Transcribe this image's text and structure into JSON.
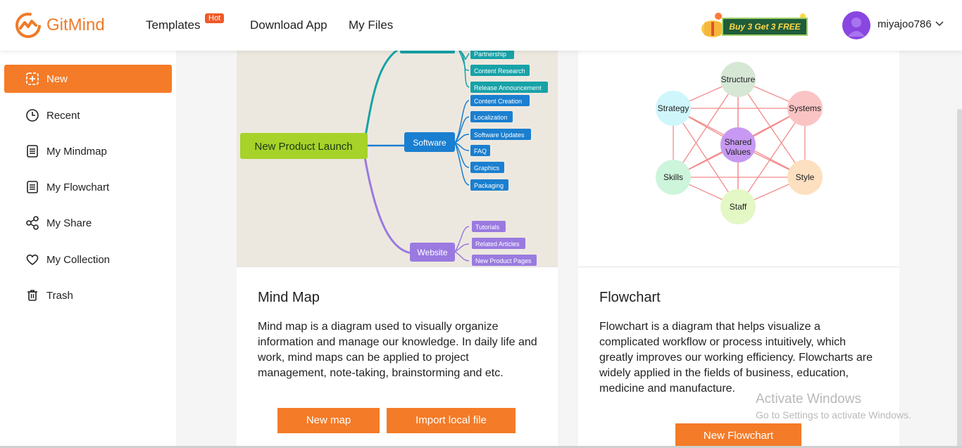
{
  "brand": {
    "name": "GitMind",
    "accent": "#f47b28"
  },
  "nav": {
    "templates": "Templates",
    "hot_badge": "Hot",
    "download": "Download App",
    "files": "My Files"
  },
  "promo": {
    "label": "Buy 3 Get 3 FREE"
  },
  "user": {
    "name": "miyajoo786"
  },
  "sidebar": {
    "items": [
      {
        "label": "New",
        "icon": "new-file-icon",
        "active": true
      },
      {
        "label": "Recent",
        "icon": "clock-icon"
      },
      {
        "label": "My Mindmap",
        "icon": "document-icon"
      },
      {
        "label": "My Flowchart",
        "icon": "document-icon"
      },
      {
        "label": "My Share",
        "icon": "share-icon"
      },
      {
        "label": "My Collection",
        "icon": "heart-icon"
      },
      {
        "label": "Trash",
        "icon": "trash-icon"
      }
    ]
  },
  "mindmap_card": {
    "title": "Mind Map",
    "description": "Mind map is a diagram used to visually organize information and manage our knowledge. In daily life and work, mind maps can be applied to project management, note-taking, brainstorming and etc.",
    "new_button": "New map",
    "import_button": "Import local file",
    "preview": {
      "root": "New Product Launch",
      "top_nodes": [
        "Partnership",
        "Content Research",
        "Release Announcement"
      ],
      "software": "Software",
      "software_children": [
        "Content Creation",
        "Localization",
        "Software Updates",
        "FAQ",
        "Graphics",
        "Packaging"
      ],
      "website": "Website",
      "website_children": [
        "Tutorials",
        "Related Articles",
        "New Product Pages"
      ]
    }
  },
  "flowchart_card": {
    "title": "Flowchart",
    "description": "Flowchart is a diagram that helps visualize a complicated workflow or process intuitively, which greatly improves our working efficiency. Flowcharts are widely applied in the fields of business, education, medicine and manufacture.",
    "new_button": "New Flowchart",
    "preview": {
      "center": "Shared Values",
      "nodes": [
        "Structure",
        "Systems",
        "Style",
        "Staff",
        "Skills",
        "Strategy"
      ]
    }
  },
  "watermark": {
    "line1": "Activate Windows",
    "line2": "Go to Settings to activate Windows."
  }
}
